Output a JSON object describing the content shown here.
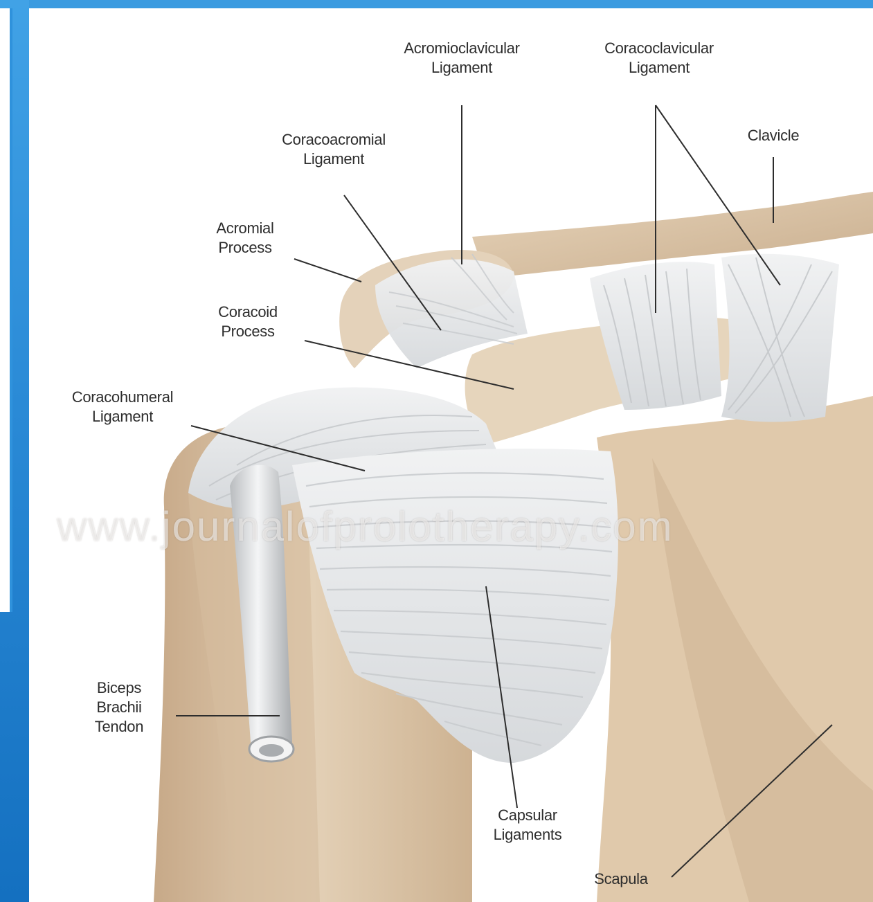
{
  "frame": {
    "accent": "#3a9be0",
    "accent_dark": "#1470c0"
  },
  "figure": {
    "watermark": "www.journalofprolotherapy.com",
    "labels": {
      "acromioclavicular": [
        "Acromioclavicular",
        "Ligament"
      ],
      "coracoclavicular": [
        "Coracoclavicular",
        "Ligament"
      ],
      "clavicle": [
        "Clavicle"
      ],
      "coracoacromial": [
        "Coracoacromial",
        "Ligament"
      ],
      "acromial": [
        "Acromial",
        "Process"
      ],
      "coracoid": [
        "Coracoid",
        "Process"
      ],
      "coracohumeral": [
        "Coracohumeral",
        "Ligament"
      ],
      "biceps": [
        "Biceps",
        "Brachii",
        "Tendon"
      ],
      "capsular": [
        "Capsular",
        "Ligaments"
      ],
      "scapula": [
        "Scapula"
      ]
    },
    "colors": {
      "bone": "#d9c3a6",
      "ligament": "#e8eaec",
      "leader": "#2d2d2d"
    }
  }
}
